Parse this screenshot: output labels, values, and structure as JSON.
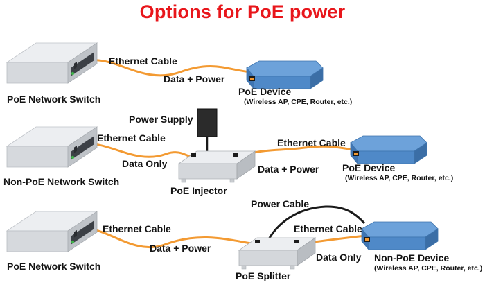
{
  "title": "Options for PoE power",
  "colors": {
    "title": "#e8161b",
    "cable": "#f39a32",
    "power_cable": "#1a1a1a",
    "device": "#4f89c8",
    "switch": "#dcdfe3",
    "switch_led": "#3fb24a",
    "port": "#f39a32"
  },
  "scenarios": [
    {
      "switch_label": "PoE Network Switch",
      "cable_label": "Ethernet Cable",
      "flow_label": "Data + Power",
      "device_label": "PoE Device",
      "device_sub": "(Wireless AP, CPE, Router, etc.)"
    },
    {
      "switch_label": "Non-PoE Network Switch",
      "cable1_label": "Ethernet Cable",
      "flow1_label": "Data Only",
      "supply_label": "Power Supply",
      "injector_label": "PoE Injector",
      "cable2_label": "Ethernet Cable",
      "flow2_label": "Data + Power",
      "device_label": "PoE Device",
      "device_sub": "(Wireless AP, CPE, Router, etc.)"
    },
    {
      "switch_label": "PoE Network Switch",
      "cable1_label": "Ethernet Cable",
      "flow1_label": "Data + Power",
      "splitter_label": "PoE Splitter",
      "power_cable_label": "Power Cable",
      "cable2_label": "Ethernet Cable",
      "flow2_label": "Data Only",
      "device_label": "Non-PoE Device",
      "device_sub": "(Wireless AP, CPE, Router, etc.)"
    }
  ]
}
